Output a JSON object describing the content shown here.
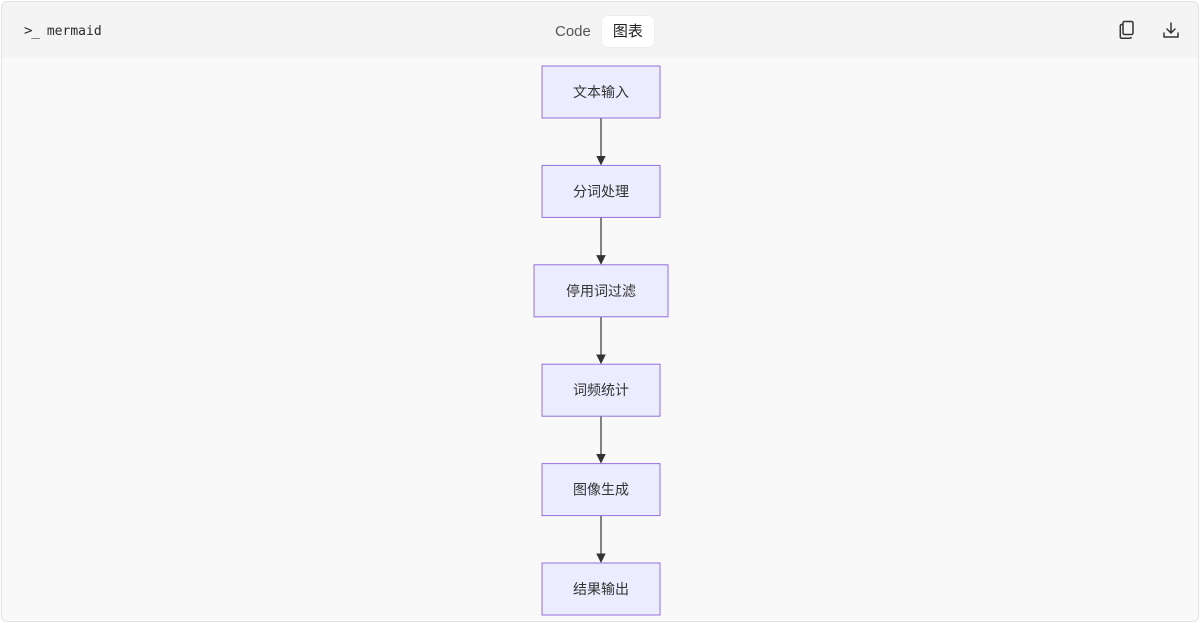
{
  "header": {
    "language_icon": "terminal-prompt-icon",
    "language": "mermaid",
    "tabs": [
      {
        "label": "Code",
        "active": false
      },
      {
        "label": "图表",
        "active": true
      }
    ],
    "actions": [
      {
        "icon": "copy-icon"
      },
      {
        "icon": "download-icon"
      }
    ]
  },
  "diagram": {
    "type": "flowchart",
    "direction": "TD",
    "node_fill": "#ececff",
    "node_stroke": "#9370db",
    "nodes": [
      {
        "label": "文本输入"
      },
      {
        "label": "分词处理"
      },
      {
        "label": "停用词过滤"
      },
      {
        "label": "词频统计"
      },
      {
        "label": "图像生成"
      },
      {
        "label": "结果输出"
      }
    ],
    "edges": [
      [
        0,
        1
      ],
      [
        1,
        2
      ],
      [
        2,
        3
      ],
      [
        3,
        4
      ],
      [
        4,
        5
      ]
    ]
  }
}
